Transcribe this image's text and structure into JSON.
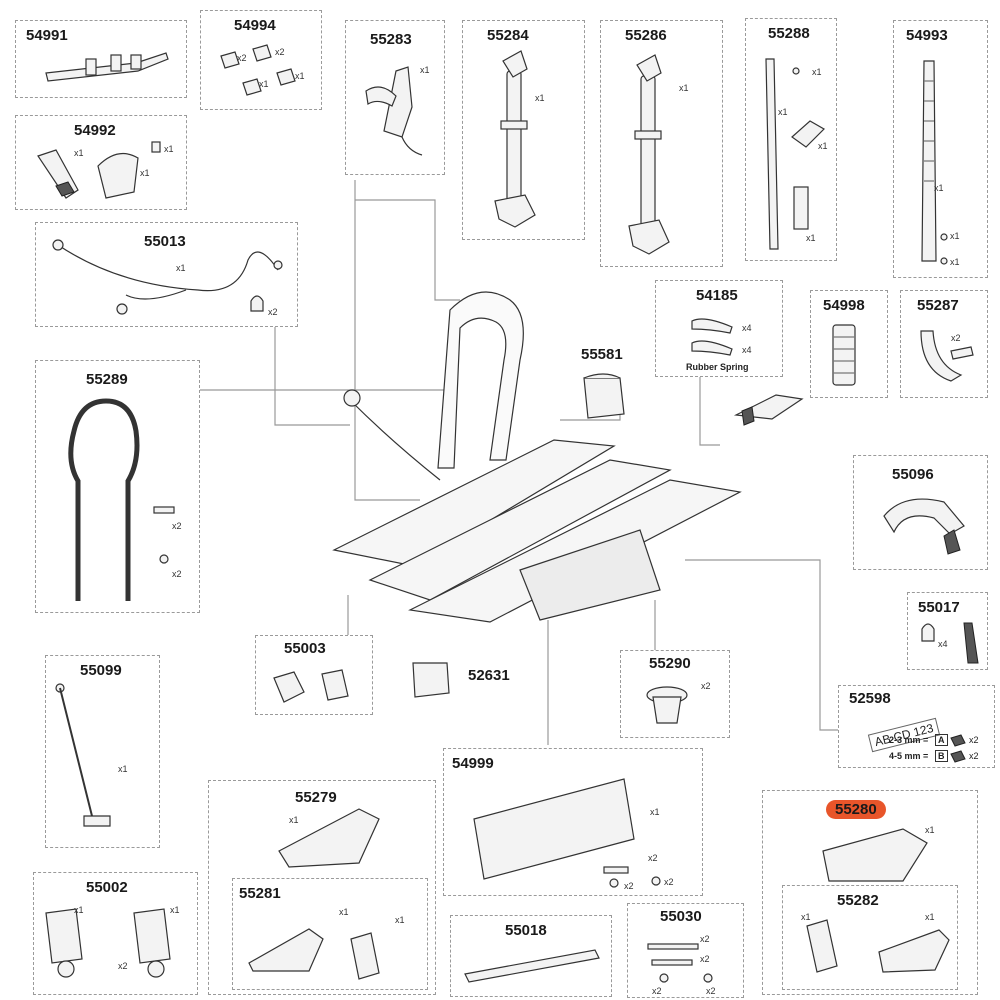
{
  "parts": {
    "p54991": {
      "number": "54991"
    },
    "p54994": {
      "number": "54994",
      "qty": [
        "x2",
        "x2",
        "x1",
        "x1"
      ]
    },
    "p54992": {
      "number": "54992",
      "qty": [
        "x1",
        "x1",
        "x1"
      ]
    },
    "p55013": {
      "number": "55013",
      "qty": [
        "x1",
        "x2"
      ]
    },
    "p55283": {
      "number": "55283",
      "qty": [
        "x1"
      ]
    },
    "p55284": {
      "number": "55284",
      "qty": [
        "x1"
      ]
    },
    "p55286": {
      "number": "55286",
      "qty": [
        "x1"
      ]
    },
    "p55288": {
      "number": "55288",
      "qty": [
        "x1",
        "x1",
        "x1",
        "x1"
      ]
    },
    "p54993": {
      "number": "54993",
      "qty": [
        "x1",
        "x1",
        "x1"
      ]
    },
    "p54185": {
      "number": "54185",
      "qty": [
        "x4",
        "x4"
      ],
      "caption": "Rubber Spring"
    },
    "p54998": {
      "number": "54998"
    },
    "p55287": {
      "number": "55287",
      "qty": [
        "x2"
      ]
    },
    "p55581": {
      "number": "55581"
    },
    "p55289": {
      "number": "55289",
      "qty": [
        "x2",
        "x2"
      ]
    },
    "p55096": {
      "number": "55096"
    },
    "p55017": {
      "number": "55017",
      "qty": [
        "x4"
      ]
    },
    "p55003": {
      "number": "55003"
    },
    "p52631": {
      "number": "52631"
    },
    "p55290": {
      "number": "55290",
      "qty": [
        "x2"
      ]
    },
    "p52598": {
      "number": "52598",
      "plate_text": "AB CD 123",
      "rows": [
        {
          "text": "2-3 mm =",
          "key": "A",
          "qty": "x2"
        },
        {
          "text": "4-5 mm =",
          "key": "B",
          "qty": "x2"
        }
      ]
    },
    "p55099": {
      "number": "55099",
      "qty": [
        "x1"
      ]
    },
    "p54999": {
      "number": "54999",
      "qty": [
        "x1",
        "x2",
        "x2",
        "x2"
      ]
    },
    "p55279": {
      "number": "55279",
      "qty": [
        "x1"
      ]
    },
    "p55280": {
      "number": "55280",
      "qty": [
        "x1"
      ],
      "highlight_color": "#e8552a"
    },
    "p55281": {
      "number": "55281",
      "qty": [
        "x1",
        "x1"
      ]
    },
    "p55282": {
      "number": "55282",
      "qty": [
        "x1",
        "x1"
      ]
    },
    "p55002": {
      "number": "55002",
      "qty": [
        "x1",
        "x1",
        "x2"
      ]
    },
    "p55018": {
      "number": "55018"
    },
    "p55030": {
      "number": "55030",
      "qty": [
        "x2",
        "x2",
        "x2",
        "x2"
      ]
    }
  }
}
